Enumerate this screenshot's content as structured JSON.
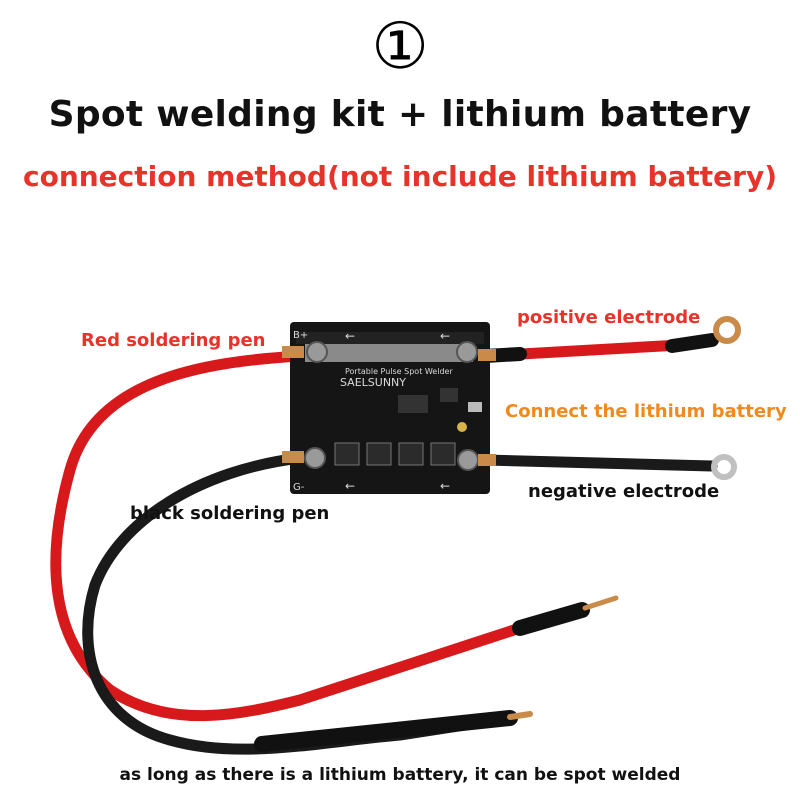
{
  "header": {
    "number": "①",
    "title": "Spot welding kit + lithium battery",
    "subtitle": "connection method(not include lithium battery)"
  },
  "labels": {
    "red_pen": "Red soldering pen",
    "positive": "positive electrode",
    "lithium": "Connect the lithium battery",
    "negative": "negative electrode",
    "black_pen": "black soldering pen"
  },
  "board": {
    "model": "Portable Pulse Spot Welder",
    "brand": "SAELSUNNY",
    "b_plus": "B+",
    "b_minus": "G-"
  },
  "footer": "as long as there is a lithium battery, it can be spot welded",
  "colors": {
    "label_red": "#e8322a",
    "label_orange": "#f2891c",
    "cable_red": "#d7191c",
    "cable_black": "#1a1a1a",
    "pcb": "#151515"
  }
}
